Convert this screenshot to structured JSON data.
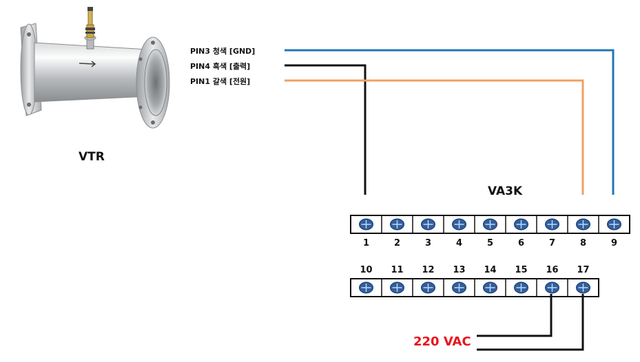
{
  "sensor": {
    "name": "VTR",
    "wires": [
      {
        "label": "PIN3 청색 [GND]",
        "color": "#1f77b4",
        "terminal": "9"
      },
      {
        "label": "PIN4 흑색 [출력]",
        "color": "#111111",
        "terminal": "1"
      },
      {
        "label": "PIN1 갈색 [전원]",
        "color": "#f0a060",
        "terminal": "8"
      }
    ]
  },
  "controller": {
    "name": "VA3K",
    "top_row": [
      "1",
      "2",
      "3",
      "4",
      "5",
      "6",
      "7",
      "8",
      "9"
    ],
    "bottom_row": [
      "10",
      "11",
      "12",
      "13",
      "14",
      "15",
      "16",
      "17"
    ],
    "screw_color": "#2f5fa0"
  },
  "power": {
    "label": "220 VAC",
    "color": "#e8141c",
    "terminals": [
      "16",
      "17"
    ]
  }
}
